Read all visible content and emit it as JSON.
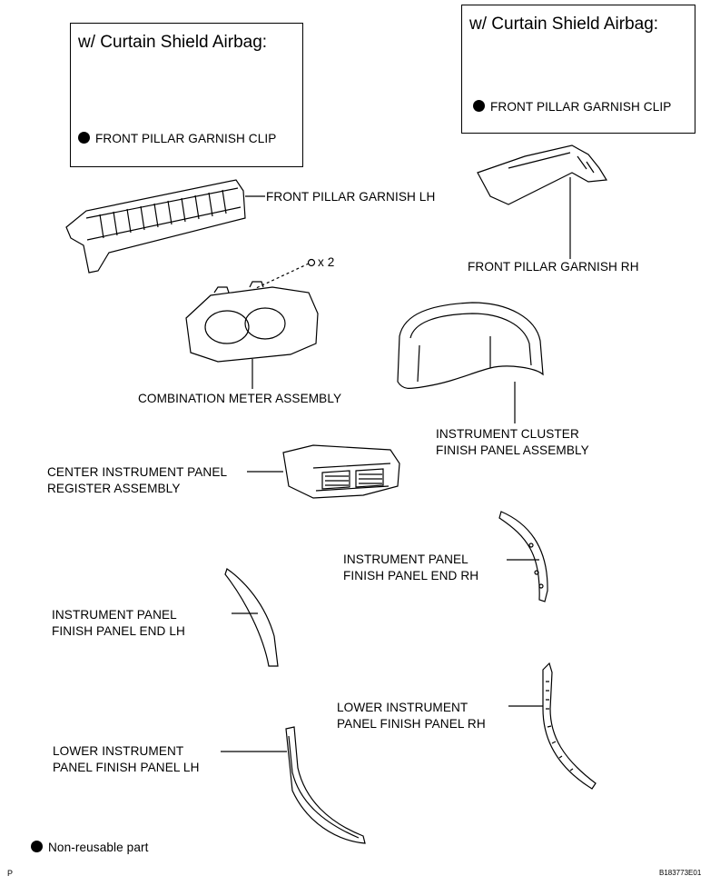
{
  "boxes": {
    "left": {
      "title": "w/ Curtain Shield Airbag:",
      "clip_label": "FRONT PILLAR GARNISH CLIP"
    },
    "right": {
      "title": "w/ Curtain Shield Airbag:",
      "clip_label": "FRONT PILLAR GARNISH CLIP"
    }
  },
  "parts": {
    "front_pillar_lh": "FRONT PILLAR GARNISH LH",
    "front_pillar_rh": "FRONT PILLAR GARNISH RH",
    "screw_count": "x 2",
    "combination_meter": "COMBINATION METER ASSEMBLY",
    "cluster_finish_line1": "INSTRUMENT CLUSTER",
    "cluster_finish_line2": "FINISH PANEL ASSEMBLY",
    "center_register_line1": "CENTER INSTRUMENT PANEL",
    "center_register_line2": "REGISTER ASSEMBLY",
    "end_rh_line1": "INSTRUMENT PANEL",
    "end_rh_line2": "FINISH PANEL END RH",
    "end_lh_line1": "INSTRUMENT PANEL",
    "end_lh_line2": "FINISH PANEL END LH",
    "lower_rh_line1": "LOWER INSTRUMENT",
    "lower_rh_line2": "PANEL FINISH PANEL RH",
    "lower_lh_line1": "LOWER INSTRUMENT",
    "lower_lh_line2": "PANEL FINISH PANEL LH"
  },
  "legend": {
    "non_reusable": "Non-reusable part"
  },
  "footer": {
    "left_mark": "P",
    "code": "B183773E01"
  }
}
